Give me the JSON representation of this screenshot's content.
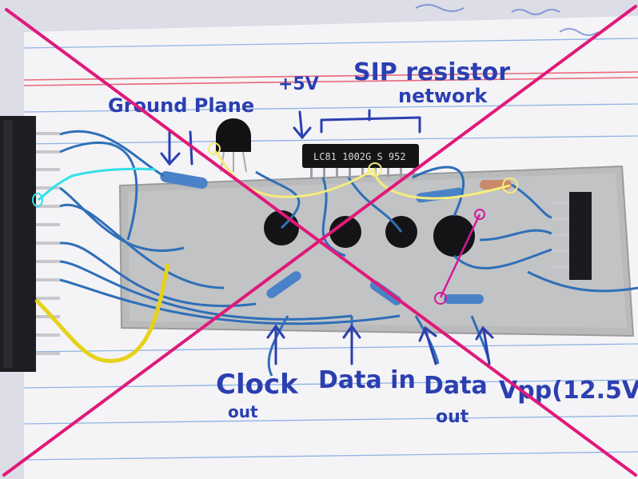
{
  "annotations": {
    "ground_plane": "Ground Plane",
    "plus5v": "+5V",
    "sip_resistor": "SIP resistor",
    "network": "network",
    "clock": "Clock",
    "clock_out": "out",
    "data_in": "Data in",
    "data": "Data",
    "data_out": "out",
    "vpp": "Vpp(12.5V"
  },
  "sip_chip": {
    "marking": "LC81 1002G S 952"
  },
  "colors": {
    "cross": "#e0197a",
    "handwriting": "#2b3fb0",
    "wire_blue": "#2f6fb8",
    "wire_yellow": "#e6d21a",
    "highlight_yellow": "#f4ec7a",
    "highlight_cyan": "#33e0e8",
    "highlight_magenta": "#d01a9a",
    "ruled_line_blue": "#8fb4e6",
    "ruled_line_red": "#e86a7a"
  }
}
